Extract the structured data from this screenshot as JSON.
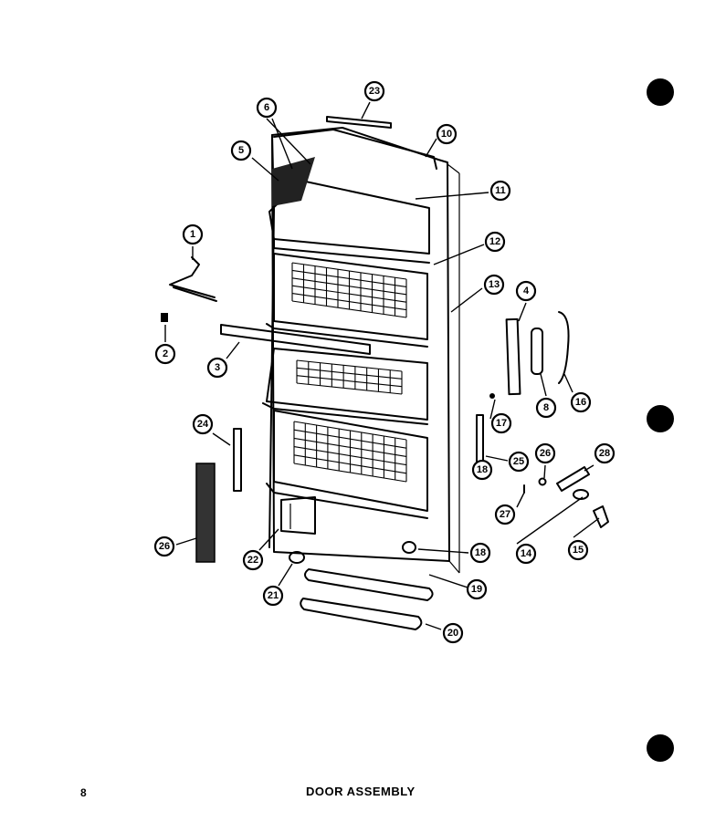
{
  "page": {
    "number": "8",
    "title": "DOOR ASSEMBLY"
  },
  "callouts": [
    "1",
    "2",
    "3",
    "4",
    "5",
    "6",
    "8",
    "10",
    "11",
    "12",
    "13",
    "14",
    "15",
    "16",
    "17",
    "18",
    "18",
    "19",
    "20",
    "21",
    "22",
    "23",
    "24",
    "25",
    "26",
    "26",
    "27",
    "28"
  ]
}
